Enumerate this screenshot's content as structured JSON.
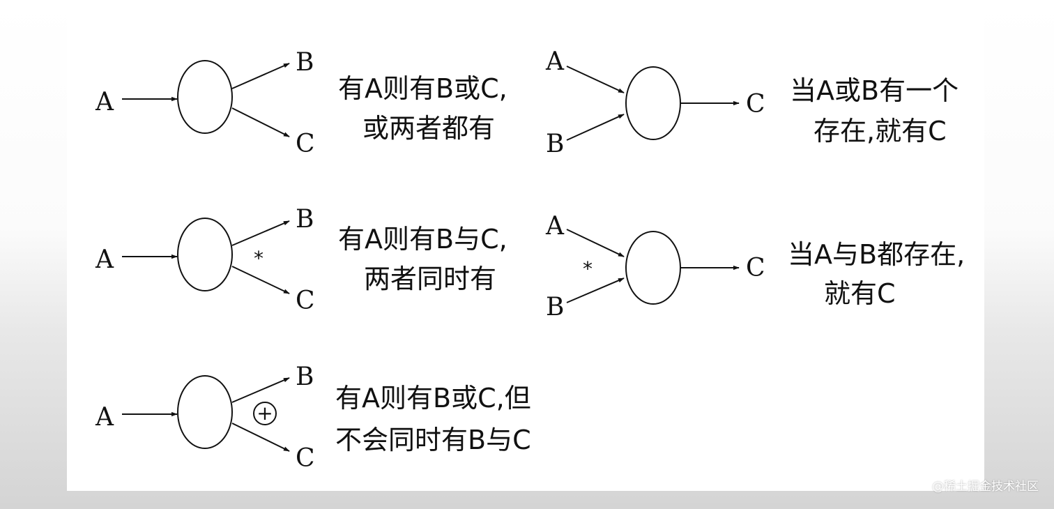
{
  "diagrams": {
    "or_split": {
      "input": "A",
      "out_top": "B",
      "out_bottom": "C",
      "caption_line1": "有A则有B或C,",
      "caption_line2": "或两者都有"
    },
    "and_split": {
      "input": "A",
      "out_top": "B",
      "out_bottom": "C",
      "symbol": "*",
      "caption_line1": "有A则有B与C,",
      "caption_line2": "两者同时有"
    },
    "xor_split": {
      "input": "A",
      "out_top": "B",
      "out_bottom": "C",
      "symbol": "+",
      "caption_line1": "有A则有B或C,但",
      "caption_line2": "不会同时有B与C"
    },
    "or_join": {
      "in_top": "A",
      "in_bottom": "B",
      "output": "C",
      "caption_line1": "当A或B有一个",
      "caption_line2": "存在,就有C"
    },
    "and_join": {
      "in_top": "A",
      "in_bottom": "B",
      "output": "C",
      "symbol": "*",
      "caption_line1": "当A与B都存在,",
      "caption_line2": "就有C"
    }
  },
  "watermark": "@稀土掘金技术社区"
}
